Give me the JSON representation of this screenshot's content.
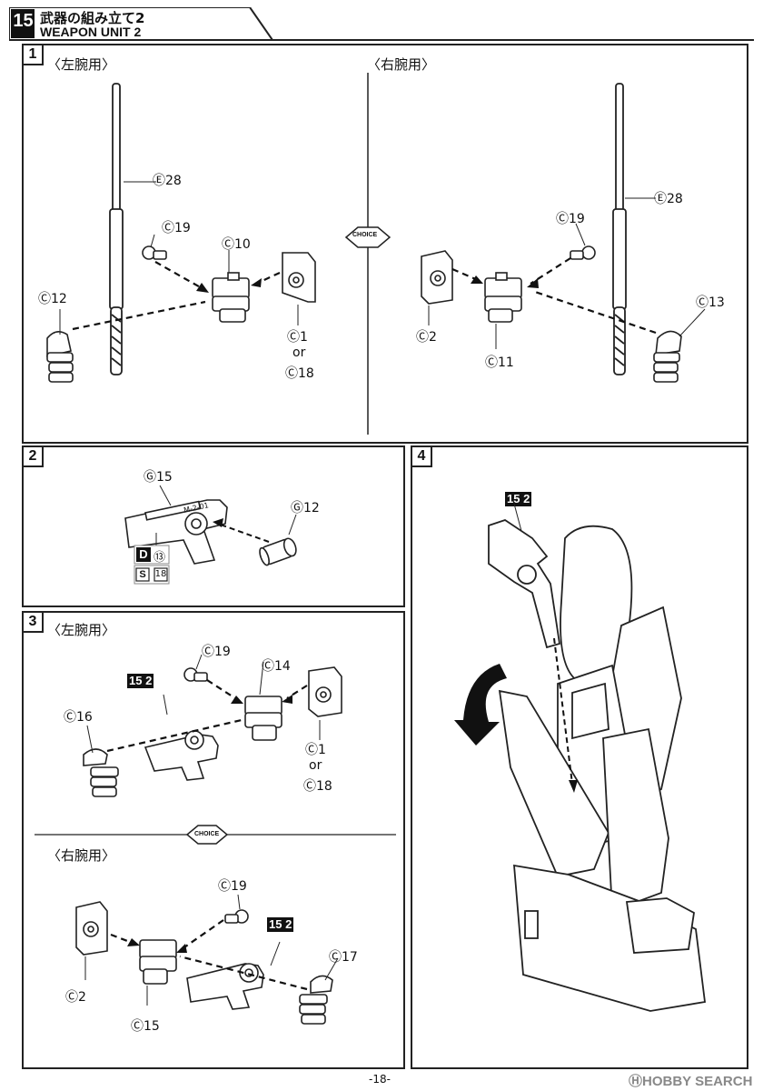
{
  "header": {
    "step_number": "15",
    "title_jp": "武器の組み立て2",
    "title_en": "WEAPON UNIT 2"
  },
  "panels": {
    "p1": {
      "number": "1",
      "left_heading": "〈左腕用〉",
      "right_heading": "〈右腕用〉",
      "choice": "CHOICE",
      "parts_left": [
        "Ⓔ28",
        "Ⓒ19",
        "Ⓒ10",
        "Ⓒ12",
        "Ⓒ1",
        "or",
        "Ⓒ18"
      ],
      "parts_right": [
        "Ⓒ19",
        "Ⓔ28",
        "Ⓒ2",
        "Ⓒ11",
        "Ⓒ13"
      ]
    },
    "p2": {
      "number": "2",
      "parts": [
        "Ⓖ15",
        "Ⓖ12",
        "⑬",
        "18"
      ],
      "sticker_d": "D",
      "sticker_s": "S",
      "engraving": "M-2-01"
    },
    "p3": {
      "number": "3",
      "left_heading": "〈左腕用〉",
      "right_heading": "〈右腕用〉",
      "choice": "CHOICE",
      "ref_tag": "15 2",
      "parts_top": [
        "Ⓒ19",
        "Ⓒ14",
        "Ⓒ16",
        "Ⓒ1",
        "or",
        "Ⓒ18"
      ],
      "parts_bottom": [
        "Ⓒ19",
        "Ⓒ2",
        "Ⓒ15",
        "Ⓒ17"
      ]
    },
    "p4": {
      "number": "4",
      "ref_tag": "15 2"
    }
  },
  "footer": {
    "page": "-18-",
    "watermark": "ⒽHOBBY SEARCH"
  }
}
